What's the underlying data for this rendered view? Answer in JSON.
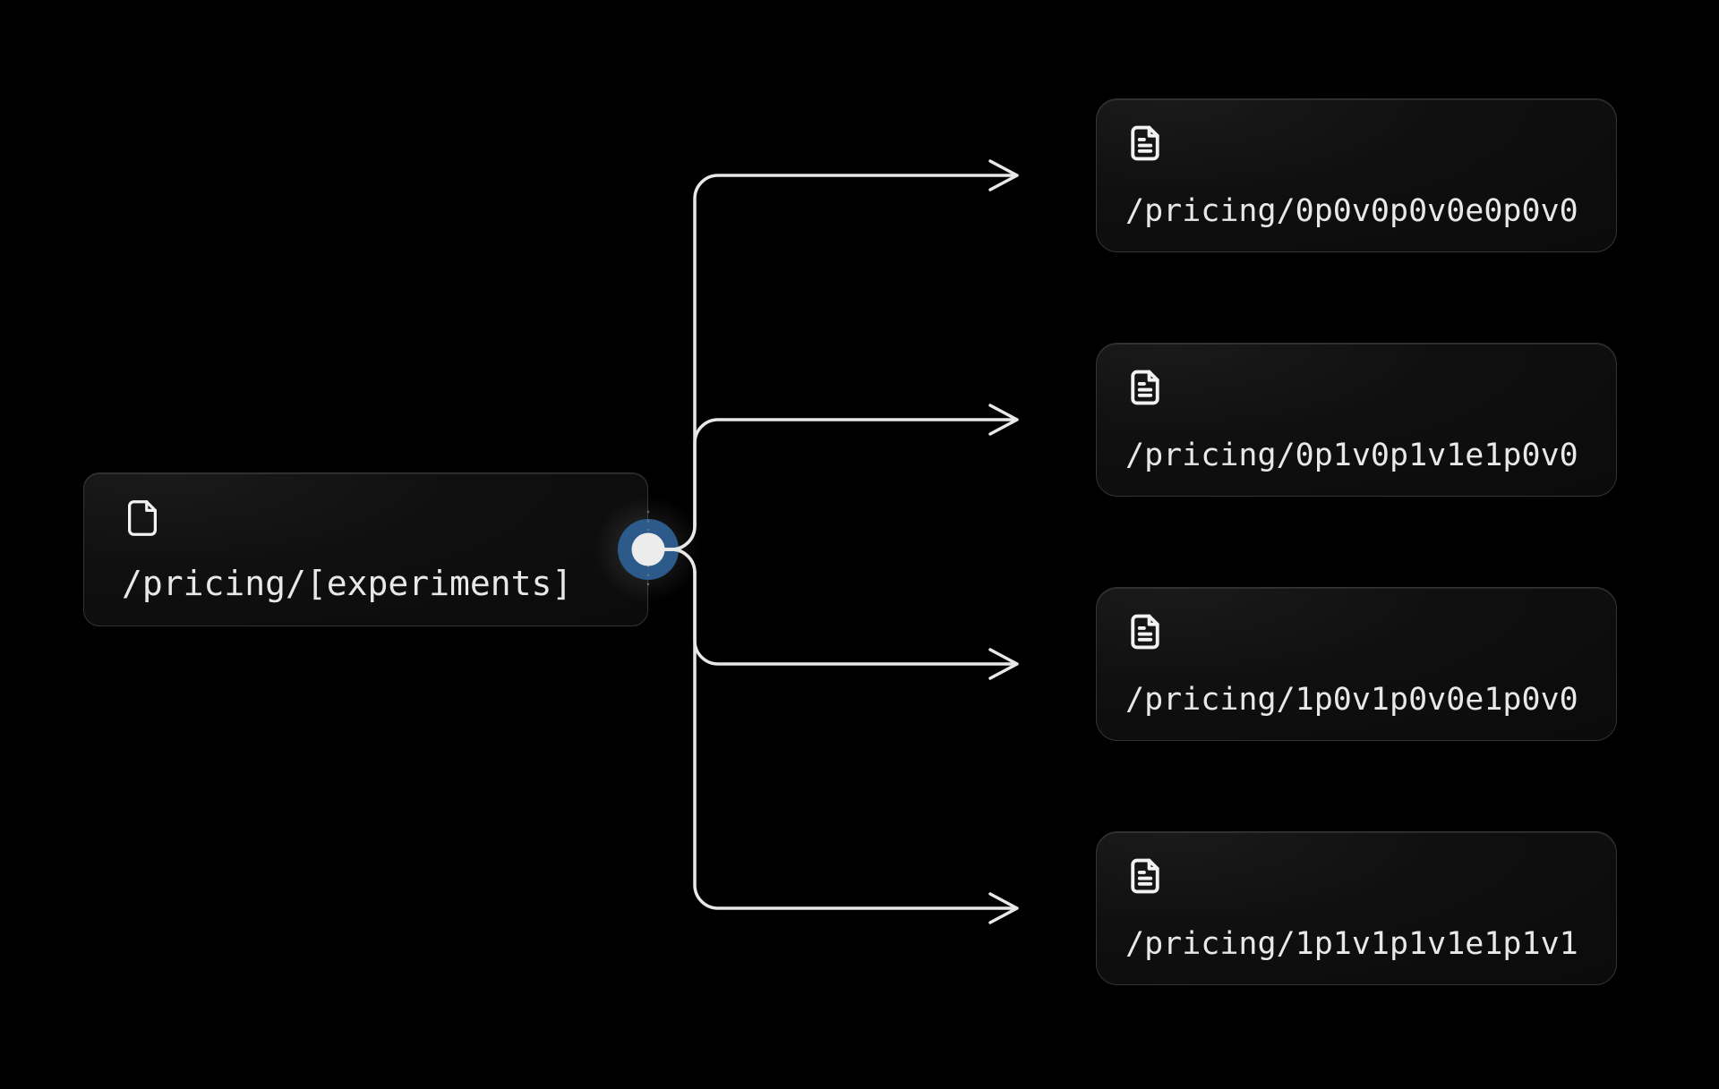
{
  "diagram": {
    "background_color": "#000000",
    "edge_color": "#e8e8e8",
    "node_border_color": "#333333",
    "node_fill_color": "#0e0e0e",
    "text_color": "#e8e8e8",
    "source": {
      "label": "/pricing/[experiments]",
      "icon": "file-icon"
    },
    "handle": {
      "outer_color": "#2b5a8b",
      "inner_color": "#ececec"
    },
    "targets": [
      {
        "label": "/pricing/0p0v0p0v0e0p0v0",
        "icon": "file-text-icon"
      },
      {
        "label": "/pricing/0p1v0p1v1e1p0v0",
        "icon": "file-text-icon"
      },
      {
        "label": "/pricing/1p0v1p0v0e1p0v0",
        "icon": "file-text-icon"
      },
      {
        "label": "/pricing/1p1v1p1v1e1p1v1",
        "icon": "file-text-icon"
      }
    ],
    "edges": [
      {
        "from": "source",
        "to": "target-0"
      },
      {
        "from": "source",
        "to": "target-1"
      },
      {
        "from": "source",
        "to": "target-2"
      },
      {
        "from": "source",
        "to": "target-3"
      }
    ]
  }
}
